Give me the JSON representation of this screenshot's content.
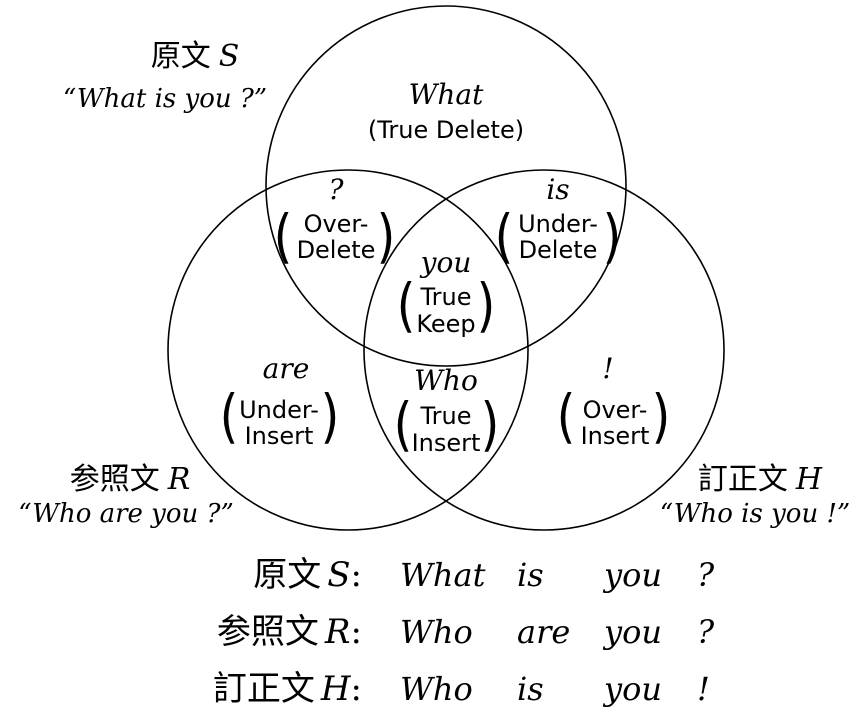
{
  "sets": {
    "source": {
      "label": "原文",
      "symbol": "S",
      "sentence": "“What is you ?”"
    },
    "reference": {
      "label": "参照文",
      "symbol": "R",
      "sentence": "“Who are you ?”"
    },
    "hypothesis": {
      "label": "訂正文",
      "symbol": "H",
      "sentence": "“Who is you !”"
    }
  },
  "regions": {
    "s_only": {
      "word": "What",
      "category_line1": "(True Delete)"
    },
    "s_r": {
      "word": "?",
      "category_line1": "Over-",
      "category_line2": "Delete"
    },
    "s_h": {
      "word": "is",
      "category_line1": "Under-",
      "category_line2": "Delete"
    },
    "s_r_h": {
      "word": "you",
      "category_line1": "True",
      "category_line2": "Keep"
    },
    "r_only": {
      "word": "are",
      "category_line1": "Under-",
      "category_line2": "Insert"
    },
    "r_h": {
      "word": "Who",
      "category_line1": "True",
      "category_line2": "Insert"
    },
    "h_only": {
      "word": "!",
      "category_line1": "Over-",
      "category_line2": "Insert"
    }
  },
  "table": {
    "rows": [
      {
        "label": "原文",
        "symbol": "S",
        "tokens": [
          "What",
          "is",
          "you",
          "?"
        ]
      },
      {
        "label": "参照文",
        "symbol": "R",
        "tokens": [
          "Who",
          "are",
          "you",
          "?"
        ]
      },
      {
        "label": "訂正文",
        "symbol": "H",
        "tokens": [
          "Who",
          "is",
          "you",
          "!"
        ]
      }
    ]
  }
}
